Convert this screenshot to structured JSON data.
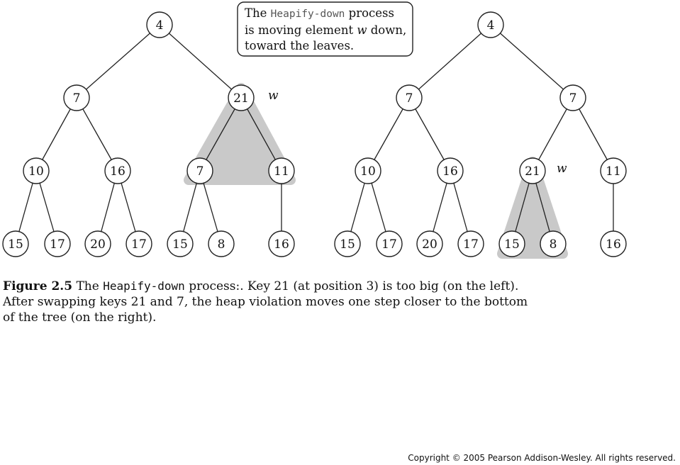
{
  "callout": {
    "line1_pre": "The ",
    "line1_code": "Heapify-down",
    "line1_post": " process",
    "line2_pre": "is moving element ",
    "line2_var": "w",
    "line2_post": " down,",
    "line3": "toward the leaves."
  },
  "w_label": "w",
  "left_tree": {
    "root": "4",
    "level2": [
      "7",
      "21"
    ],
    "level3": [
      "10",
      "16",
      "7",
      "11"
    ],
    "leaves": [
      "15",
      "17",
      "20",
      "17",
      "15",
      "8",
      "16"
    ]
  },
  "right_tree": {
    "root": "4",
    "level2": [
      "7",
      "7"
    ],
    "level3": [
      "10",
      "16",
      "21",
      "11"
    ],
    "leaves": [
      "15",
      "17",
      "20",
      "17",
      "15",
      "8",
      "16"
    ]
  },
  "caption": {
    "label": "Figure 2.5",
    "pre": " The ",
    "code": "Heapify-down",
    "post": " process:. Key 21 (at position 3) is too big (on the left). After swapping keys 21 and 7, the heap violation moves one step closer to the bottom of the tree (on the right)."
  },
  "copyright": "Copyright © 2005 Pearson Addison-Wesley. All rights reserved."
}
